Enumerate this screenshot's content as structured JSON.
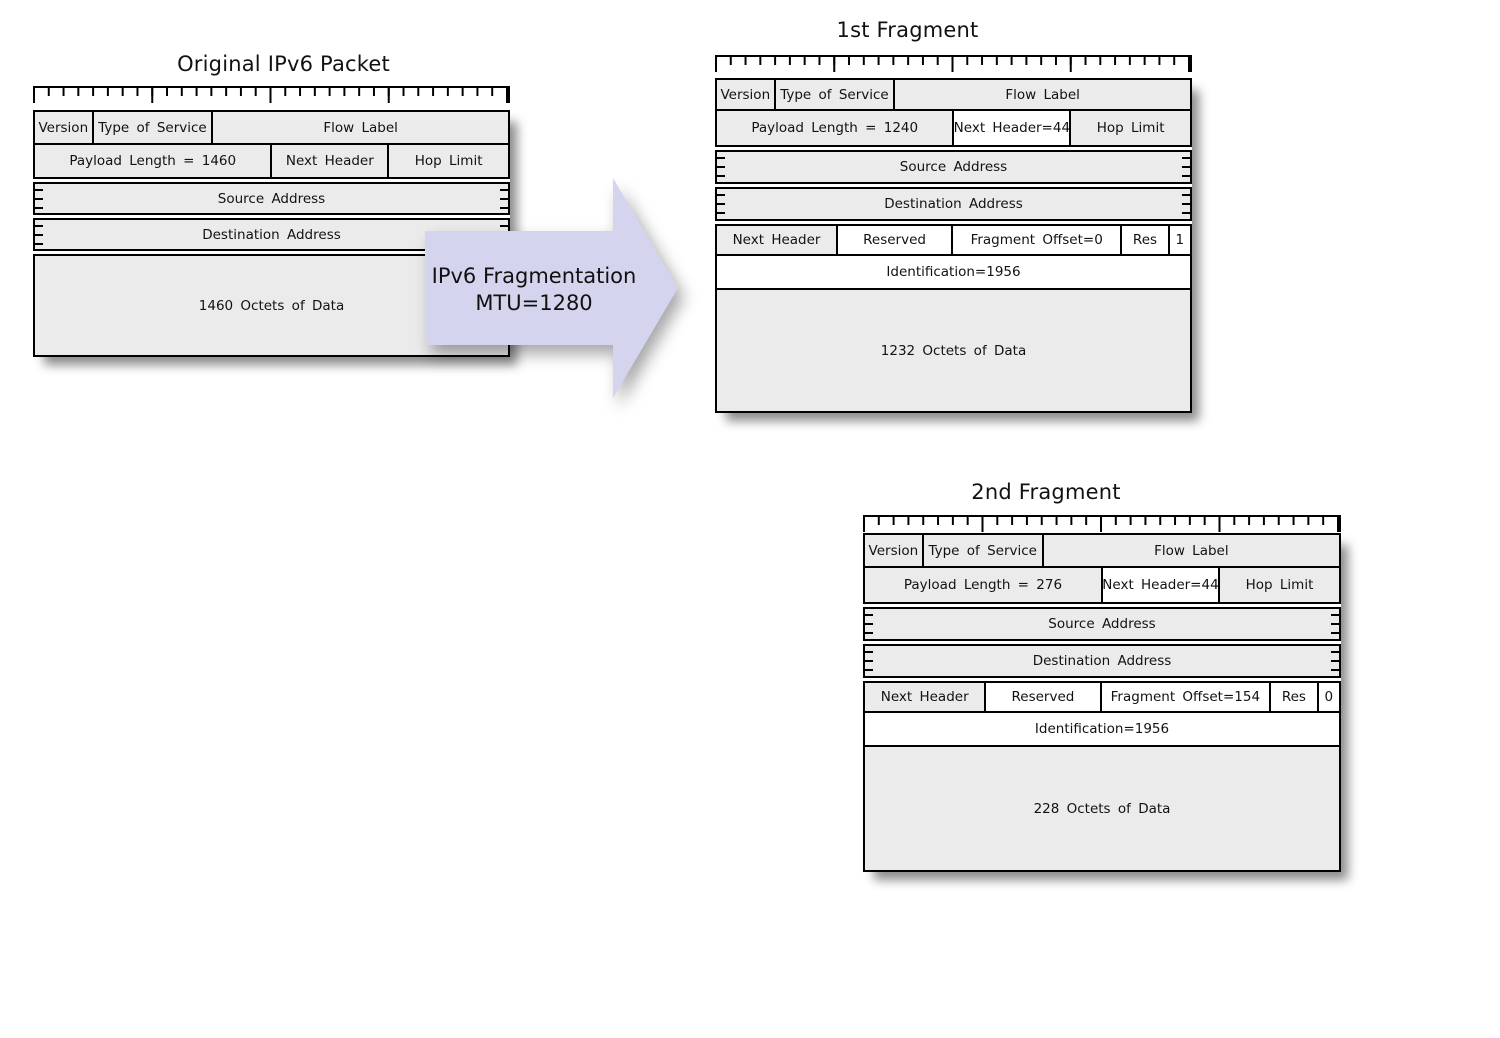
{
  "colors": {
    "cell_fill": "#ebebeb",
    "highlight_fill": "#ffffff",
    "border": "#000000",
    "arrow_fill": "#d4d4ee",
    "text": "#121212",
    "shadow": "#999999"
  },
  "arrow": {
    "line1": "IPv6 Fragmentation",
    "line2": "MTU=1280"
  },
  "original_packet": {
    "title": "Original IPv6 Packet",
    "cells": {
      "version": "Version",
      "type_of_service": "Type of Service",
      "flow_label": "Flow Label",
      "payload_length": "Payload Length = 1460",
      "next_header": "Next Header",
      "hop_limit": "Hop Limit",
      "source_address": "Source Address",
      "destination_address": "Destination Address",
      "data": "1460 Octets of Data"
    }
  },
  "fragment1": {
    "title": "1st Fragment",
    "cells": {
      "version": "Version",
      "type_of_service": "Type of Service",
      "flow_label": "Flow Label",
      "payload_length": "Payload Length = 1240",
      "next_header": "Next Header=44",
      "hop_limit": "Hop Limit",
      "source_address": "Source Address",
      "destination_address": "Destination Address",
      "frag_next_header": "Next Header",
      "reserved": "Reserved",
      "fragment_offset": "Fragment Offset=0",
      "res": "Res",
      "m_flag": "1",
      "identification": "Identification=1956",
      "data": "1232 Octets of Data"
    }
  },
  "fragment2": {
    "title": "2nd Fragment",
    "cells": {
      "version": "Version",
      "type_of_service": "Type of Service",
      "flow_label": "Flow Label",
      "payload_length": "Payload Length = 276",
      "next_header": "Next Header=44",
      "hop_limit": "Hop Limit",
      "source_address": "Source Address",
      "destination_address": "Destination Address",
      "frag_next_header": "Next Header",
      "reserved": "Reserved",
      "fragment_offset": "Fragment Offset=154",
      "res": "Res",
      "m_flag": "0",
      "identification": "Identification=1956",
      "data": "228 Octets of Data"
    }
  }
}
